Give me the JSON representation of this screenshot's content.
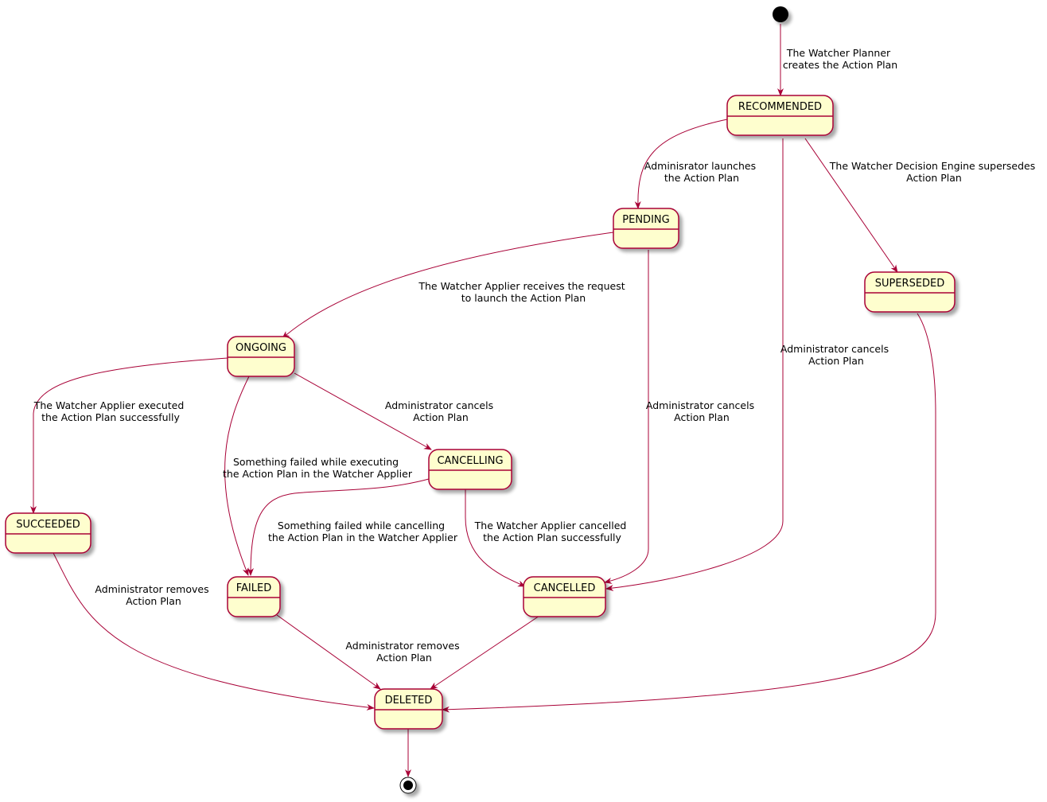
{
  "colors": {
    "state_fill": "#FEFECE",
    "state_border": "#A80036",
    "edge": "#A80036",
    "text": "#000000"
  },
  "states": {
    "recommended": "RECOMMENDED",
    "pending": "PENDING",
    "superseded": "SUPERSEDED",
    "ongoing": "ONGOING",
    "cancelling": "CANCELLING",
    "succeeded": "SUCCEEDED",
    "failed": "FAILED",
    "cancelled": "CANCELLED",
    "deleted": "DELETED"
  },
  "transitions": {
    "start_recommended": [
      "The Watcher Planner",
      "creates the Action Plan"
    ],
    "recommended_pending": [
      "Adminisrator launches",
      "the Action Plan"
    ],
    "recommended_superseded": [
      "The Watcher Decision Engine supersedes",
      "Action Plan"
    ],
    "recommended_cancelled": [
      "Administrator cancels",
      "Action Plan"
    ],
    "pending_ongoing": [
      "The Watcher Applier receives the request",
      "to launch the Action Plan"
    ],
    "pending_cancelled": [
      "Administrator cancels",
      "Action Plan"
    ],
    "ongoing_succeeded": [
      "The Watcher Applier executed",
      "the Action Plan successfully"
    ],
    "ongoing_failed": [
      "Something failed while executing",
      "the Action Plan in the Watcher Applier"
    ],
    "ongoing_cancelling": [
      "Administrator cancels",
      "Action Plan"
    ],
    "cancelling_failed": [
      "Something failed while cancelling",
      "the Action Plan in the Watcher Applier"
    ],
    "cancelling_cancelled": [
      "The Watcher Applier cancelled",
      "the Action Plan successfully"
    ],
    "succeeded_deleted": [
      "Administrator removes",
      "Action Plan"
    ],
    "failed_deleted": [
      "Administrator removes",
      "Action Plan"
    ]
  }
}
